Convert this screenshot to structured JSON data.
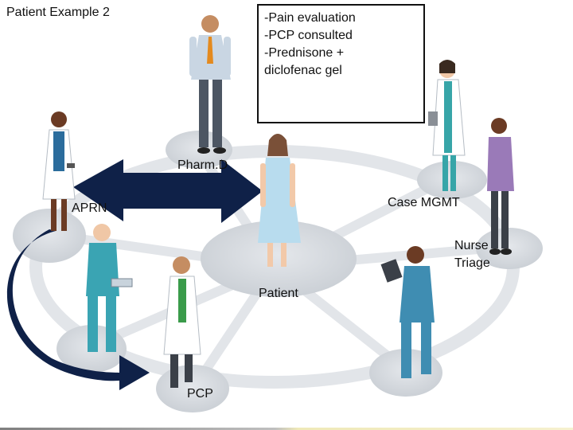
{
  "title": "Patient Example 2",
  "notes": {
    "lines": [
      "-Pain evaluation",
      "-PCP consulted",
      "-Prednisone +",
      "diclofenac gel"
    ]
  },
  "roles": {
    "pharmd": "Pharm.D",
    "aprn": "APRN",
    "case_mgmt": "Case MGMT",
    "nurse_triage_line1": "Nurse",
    "nurse_triage_line2": "Triage",
    "patient": "Patient",
    "pcp": "PCP"
  },
  "colors": {
    "arrow": "#0f2148",
    "platform": "#d9dde2",
    "ring": "#e3e6ea",
    "doctor_coat": "#ffffff",
    "patient_gown": "#b8dcee",
    "scrubs": "#3aa4b3"
  }
}
